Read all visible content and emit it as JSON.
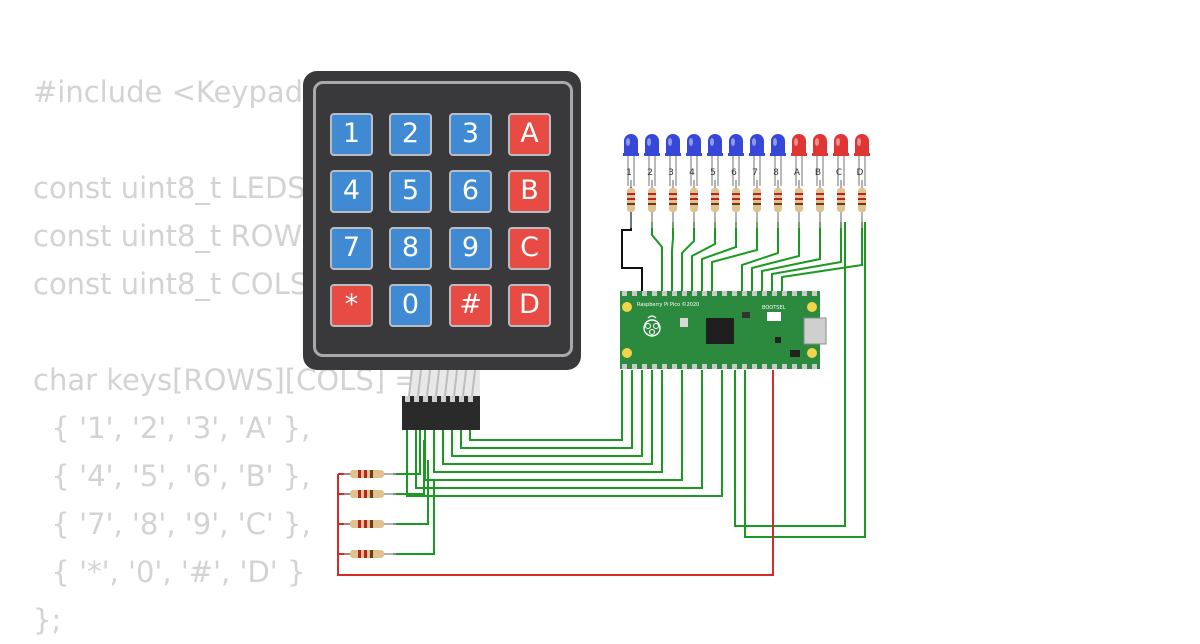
{
  "code_lines": [
    "#include <Keypad",
    "",
    "const uint8_t LEDS",
    "const uint8_t ROW",
    "const uint8_t COLS",
    "",
    "char keys[ROWS][COLS] =",
    "  { '1', '2', '3', 'A' },",
    "  { '4', '5', '6', 'B' },",
    "  { '7', '8', '9', 'C' },",
    "  { '*', '0', '#', 'D' }",
    "};"
  ],
  "keypad": {
    "keys": [
      [
        "1",
        "2",
        "3",
        "A"
      ],
      [
        "4",
        "5",
        "6",
        "B"
      ],
      [
        "7",
        "8",
        "9",
        "C"
      ],
      [
        "*",
        "0",
        "#",
        "D"
      ]
    ],
    "colors": {
      "number": "#3f8ad3",
      "letter": "#e84a44",
      "body": "#39393b"
    }
  },
  "leds": [
    {
      "label": "1",
      "color": "blue"
    },
    {
      "label": "2",
      "color": "blue"
    },
    {
      "label": "3",
      "color": "blue"
    },
    {
      "label": "4",
      "color": "blue"
    },
    {
      "label": "5",
      "color": "blue"
    },
    {
      "label": "6",
      "color": "blue"
    },
    {
      "label": "7",
      "color": "blue"
    },
    {
      "label": "8",
      "color": "blue"
    },
    {
      "label": "A",
      "color": "red"
    },
    {
      "label": "B",
      "color": "red"
    },
    {
      "label": "C",
      "color": "red"
    },
    {
      "label": "D",
      "color": "red"
    }
  ],
  "board": {
    "name": "Raspberry Pi Pico ©2020",
    "side_text": "BOOTSEL",
    "color": "#2b8a3e"
  },
  "colors": {
    "wire_green": "#1a9a20",
    "wire_red": "#d42a2a",
    "wire_black": "#111111",
    "led_blue": "#3747d8",
    "led_red": "#e03535"
  }
}
